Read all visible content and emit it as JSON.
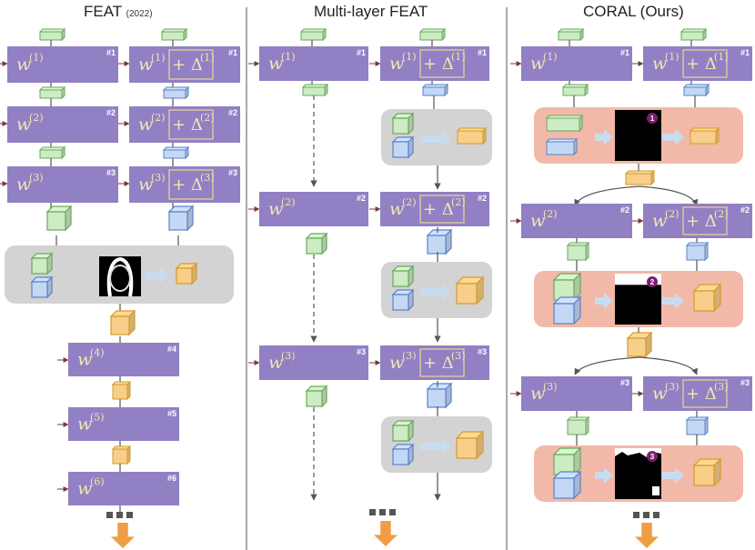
{
  "columns": [
    {
      "title": "FEAT",
      "year": "(2022)"
    },
    {
      "title": "Multi-layer FEAT",
      "year": ""
    },
    {
      "title": "CORAL (Ours)",
      "year": ""
    }
  ],
  "colors": {
    "layer": "#9180c4",
    "green": "#cdebc4",
    "blue": "#c4d8f5",
    "orange": "#f7cf8a",
    "gray_panel": "#d3d3d3",
    "coral_panel": "#f2b9a8",
    "arrow_down": "#f09d45",
    "badge": "#7a1f6e",
    "divider": "#aaaaaa"
  },
  "layers": {
    "feat": [
      {
        "w": "w",
        "sup": "(1)",
        "idx": "#1"
      },
      {
        "w": "w",
        "sup": "(2)",
        "idx": "#2"
      },
      {
        "w": "w",
        "sup": "(3)",
        "idx": "#3"
      },
      {
        "w": "w",
        "sup": "(4)",
        "idx": "#4"
      },
      {
        "w": "w",
        "sup": "(5)",
        "idx": "#5"
      },
      {
        "w": "w",
        "sup": "(6)",
        "idx": "#6"
      }
    ],
    "delta_symbol": "+ Δ",
    "badges": [
      "1",
      "2",
      "3"
    ],
    "ellipsis": "■■■"
  }
}
